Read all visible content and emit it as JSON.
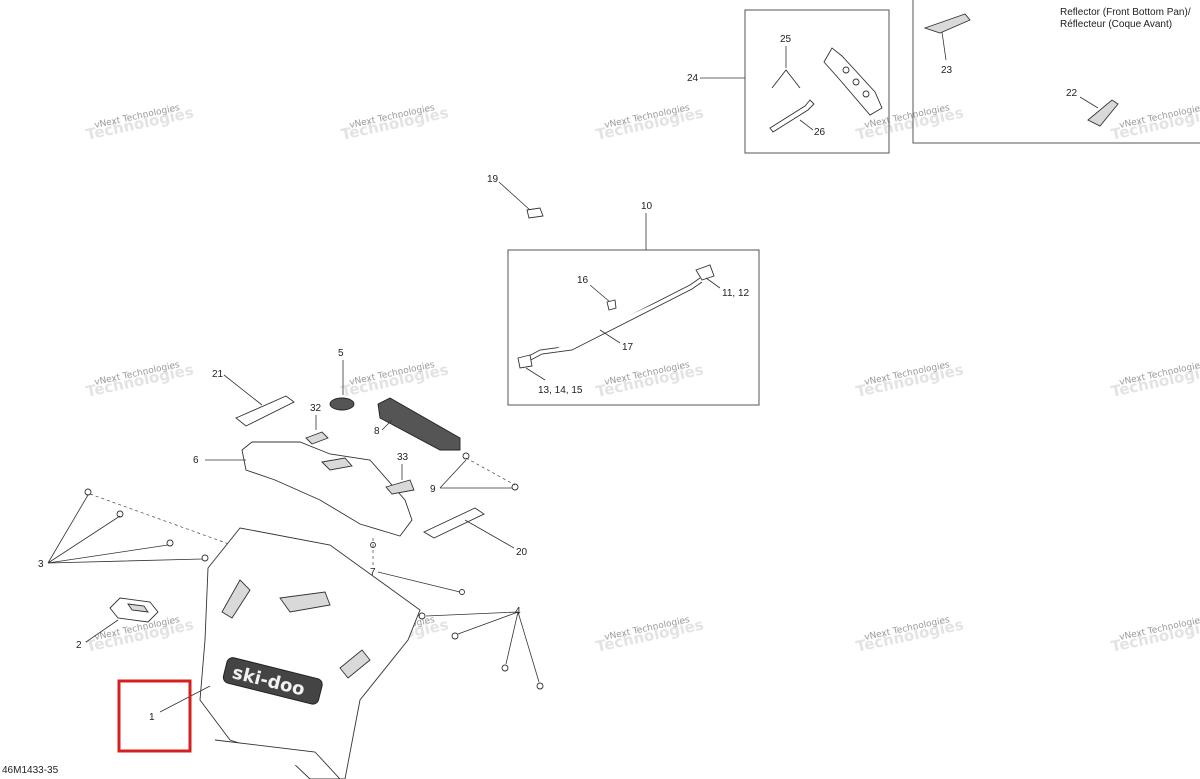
{
  "diagram_id": "46M1433-35",
  "header": {
    "reflector_line1": "Reflector (Front Bottom Pan)/",
    "reflector_line2": "Réflecteur (Coque Avant)"
  },
  "watermark": {
    "line1": "vNext Technologies",
    "line2": "Technologies"
  },
  "callouts": {
    "c1": "1",
    "c2": "2",
    "c3": "3",
    "c4": "4",
    "c5": "5",
    "c6": "6",
    "c7": "7",
    "c8": "8",
    "c9": "9",
    "c10": "10",
    "c11_12": "11, 12",
    "c13_14_15": "13, 14, 15",
    "c16": "16",
    "c17": "17",
    "c19": "19",
    "c20": "20",
    "c21": "21",
    "c22": "22",
    "c23": "23",
    "c24": "24",
    "c25": "25",
    "c26": "26",
    "c32": "32",
    "c33": "33"
  },
  "brand_text": "ski-doo",
  "highlight_color": "#d62020"
}
